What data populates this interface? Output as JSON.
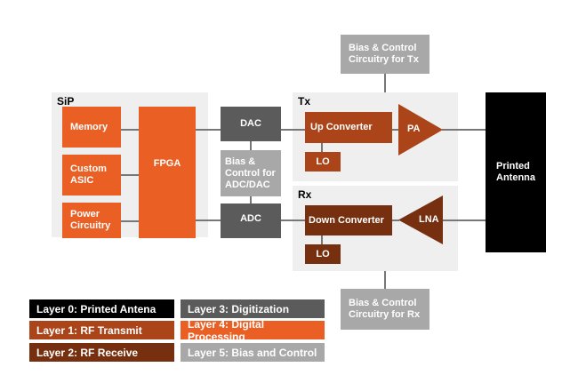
{
  "groups": {
    "sip": "SiP",
    "tx": "Tx",
    "rx": "Rx"
  },
  "blocks": {
    "memory": "Memory",
    "custom_asic": "Custom ASIC",
    "power_circuitry": "Power Circuitry",
    "fpga": "FPGA",
    "dac": "DAC",
    "adc": "ADC",
    "bias_adc_dac": "Bias & Control for ADC/DAC",
    "bias_tx": "Bias & Control Circuitry for Tx",
    "bias_rx": "Bias & Control Circuitry for Rx",
    "up_converter": "Up Converter",
    "down_converter": "Down Converter",
    "lo_tx": "LO",
    "lo_rx": "LO",
    "pa": "PA",
    "lna": "LNA",
    "antenna": "Printed Antenna"
  },
  "legend": [
    {
      "label": "Layer 0: Printed Antena",
      "color": "#000000"
    },
    {
      "label": "Layer 1: RF Transmit",
      "color": "#ab4519"
    },
    {
      "label": "Layer 2: RF Receive",
      "color": "#76300f"
    },
    {
      "label": "Layer 3: Digitization",
      "color": "#5b5b5b"
    },
    {
      "label": "Layer 4: Digital Processing",
      "color": "#ea5f24"
    },
    {
      "label": "Layer 5: Bias and Control",
      "color": "#a8a8a8"
    }
  ]
}
